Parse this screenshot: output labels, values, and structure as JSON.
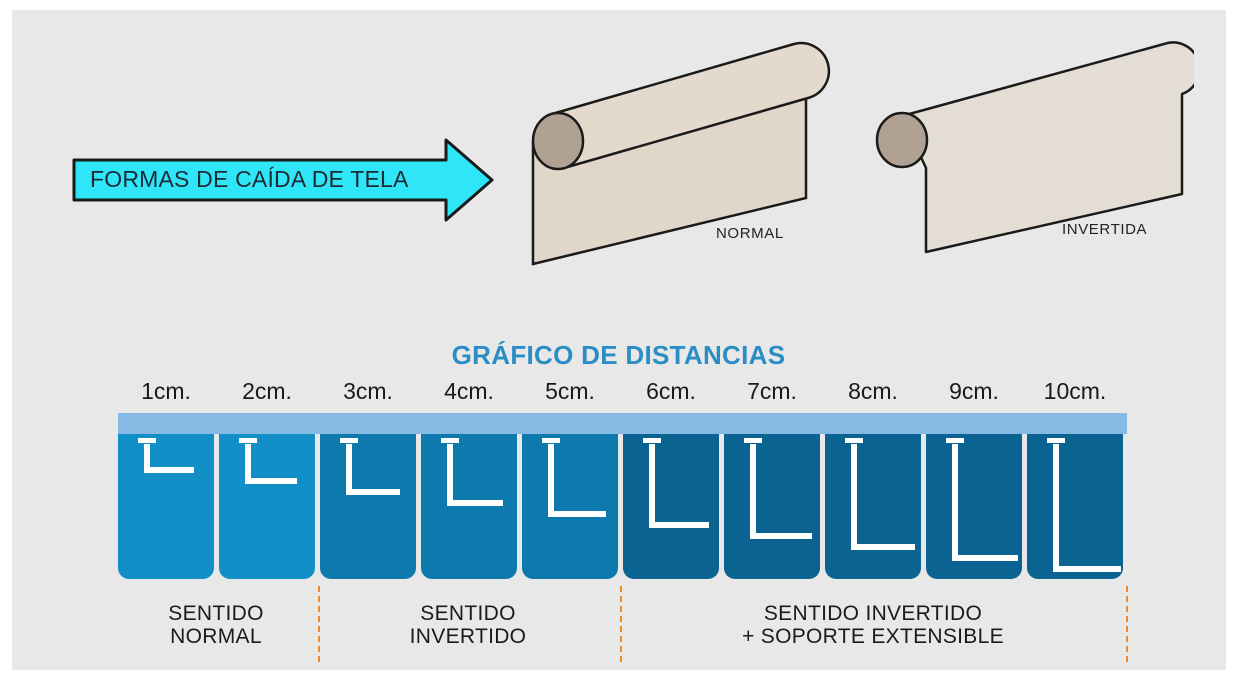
{
  "header": {
    "arrow_label": "FORMAS DE CAÍDA DE TELA",
    "arrow_color": "#2ee6f7",
    "rolls": [
      {
        "label": "NORMAL"
      },
      {
        "label": "INVERTIDA"
      }
    ]
  },
  "chart": {
    "title": "GRÁFICO DE DISTANCIAS",
    "title_color": "#2a8ec4",
    "distances_cm": [
      1,
      2,
      3,
      4,
      5,
      6,
      7,
      8,
      9,
      10
    ],
    "tick_labels": [
      "1cm.",
      "2cm.",
      "3cm.",
      "4cm.",
      "5cm.",
      "6cm.",
      "7cm.",
      "8cm.",
      "9cm.",
      "10cm."
    ],
    "groups": [
      {
        "line1": "SENTIDO",
        "line2": "NORMAL",
        "range": [
          1,
          2
        ],
        "color": "#138fc8"
      },
      {
        "line1": "SENTIDO",
        "line2": "INVERTIDO",
        "range": [
          3,
          5
        ],
        "color": "#0e79ad"
      },
      {
        "line1": "SENTIDO INVERTIDO",
        "line2": "+ SOPORTE EXTENSIBLE",
        "range": [
          6,
          10
        ],
        "color": "#0b6391"
      }
    ]
  }
}
